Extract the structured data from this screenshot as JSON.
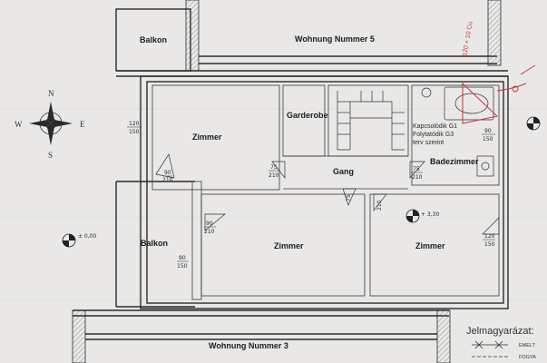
{
  "rooms": {
    "balkon_top": "Balkon",
    "wohnung_5": "Wohnung Nummer 5",
    "zimmer_left": "Zimmer",
    "garderobe": "Garderobe",
    "gang": "Gang",
    "badezimmer": "Badezimmer",
    "balkon_bottom": "Balkon",
    "zimmer_mid": "Zimmer",
    "zimmer_right": "Zimmer",
    "wohnung_3": "Wohnung Nummer 3"
  },
  "notes": {
    "bath_line1": "Kapcsolódik G1",
    "bath_line2": "Folytatódik G3",
    "bath_line3": "terv szerint"
  },
  "dimensions": {
    "win_left_a": "120",
    "win_left_b": "150",
    "door_left_a": "90",
    "door_left_b": "210",
    "door_gar_a": "75",
    "door_gar_b": "210",
    "door_bath_a": "75",
    "door_bath_b": "210",
    "win_bath_a": "90",
    "win_bath_b": "150",
    "door_mid_a": "90",
    "door_mid_b": "210",
    "win_mid_a": "90",
    "win_mid_b": "150",
    "win_right_a": "120",
    "win_right_b": "150",
    "door_rx": "75",
    "door_ry": "210"
  },
  "levels": {
    "left": "± 0,00",
    "center": "+ 3,30"
  },
  "compass": {
    "n": "N",
    "s": "S",
    "e": "E",
    "w": "W"
  },
  "legend": {
    "title": "Jelmagyarázat:",
    "row1": "EMELT",
    "row2": "FOGYA"
  },
  "handwriting": "120 × 10 Cu"
}
